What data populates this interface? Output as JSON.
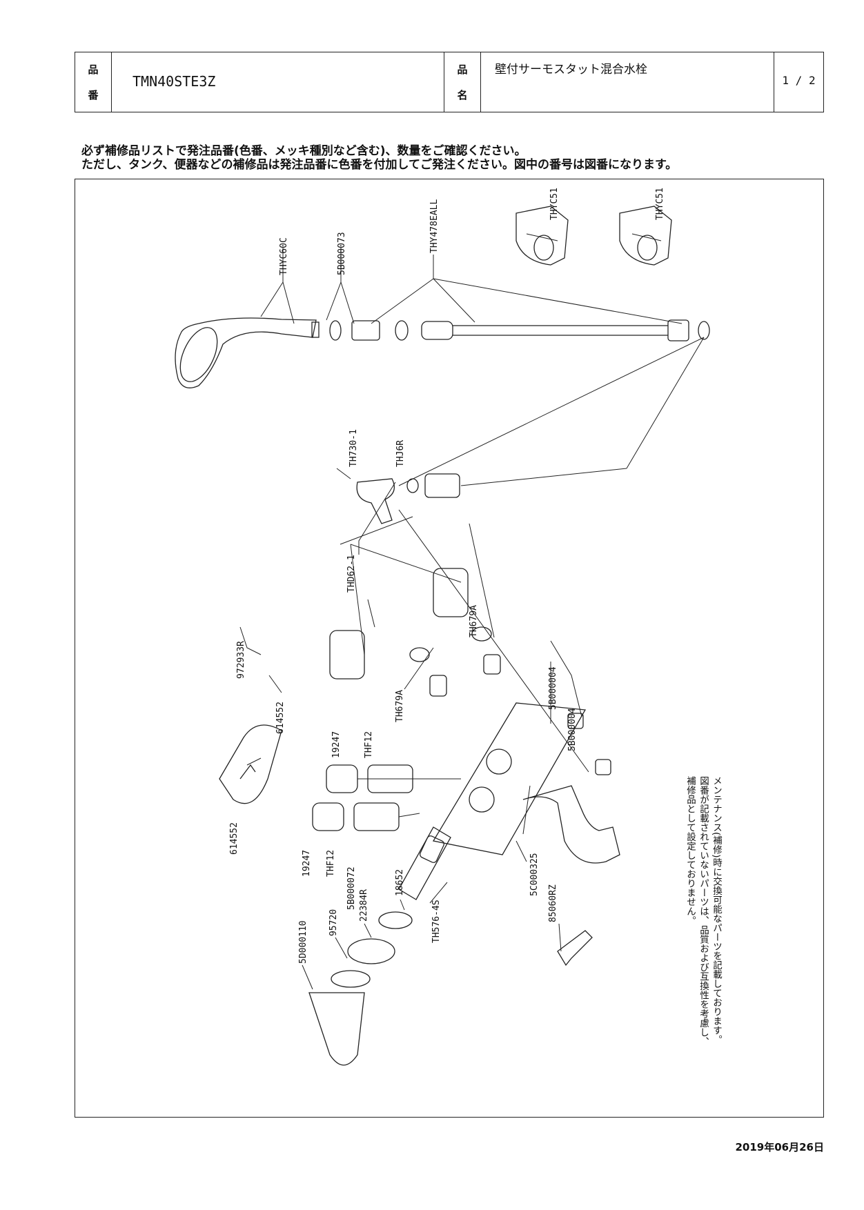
{
  "header": {
    "hinban_label_1": "品",
    "hinban_label_2": "番",
    "hinban_value": "TMN40STE3Z",
    "hinmei_label_1": "品",
    "hinmei_label_2": "名",
    "hinmei_value": "壁付サーモスタット混合水栓",
    "page": "1 / 2"
  },
  "notice": {
    "line1": "必ず補修品リストで発注品番(色番、メッキ種別など含む)、数量をご確認ください。",
    "line2": "ただし、タンク、便器などの補修品は発注品番に色番を付加してご発注ください。図中の番号は図番になります。"
  },
  "parts": {
    "p01": "THYC60C",
    "p02": "5B000073",
    "p03": "THY478EALL",
    "p04": "THYC51",
    "p05": "THYC51",
    "p06": "TH730-1",
    "p07": "THJ6R",
    "p08": "THD62-1",
    "p09": "TH679A",
    "p10": "TH679A",
    "p11": "5B000004",
    "p12": "5B000004",
    "p13": "972933R",
    "p14": "614552",
    "p15": "614552",
    "p16": "19247",
    "p17": "THF12",
    "p18": "19247",
    "p19": "THF12",
    "p20": "5B000072",
    "p21": "5C000325",
    "p22": "TH576-4S",
    "p23": "18652",
    "p24": "22384R",
    "p25": "95720",
    "p26": "5D000110",
    "p27": "85060RZ"
  },
  "maintenance_note": {
    "line1": "メンテナンス(補修)時に交換可能なパーツを記載しております。",
    "line2": "図番が記載されていないパーツは、品質および互換性を考慮し、",
    "line3": "補修品として設定しておりません。"
  },
  "footer": {
    "date": "2019年06月26日"
  }
}
